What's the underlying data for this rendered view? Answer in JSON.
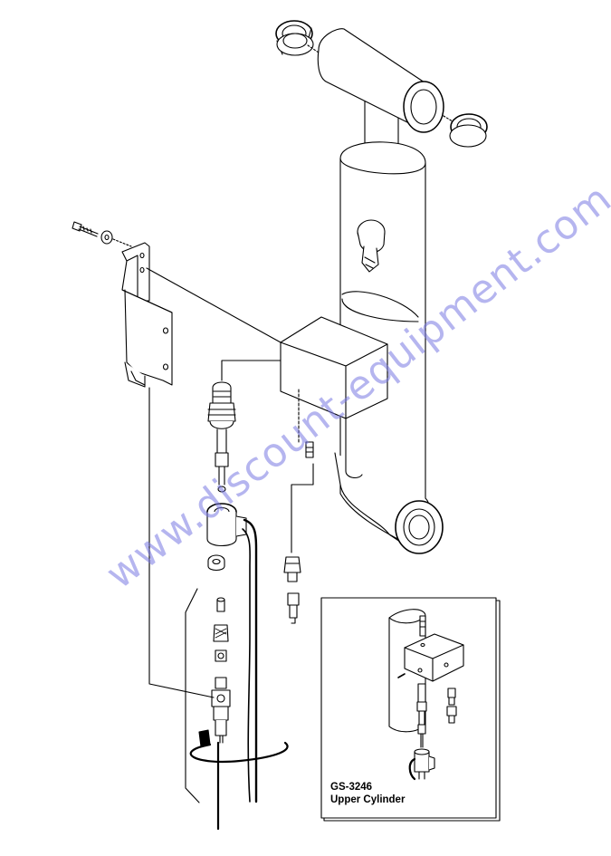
{
  "inset": {
    "part_number": "GS-3246",
    "title": "Upper Cylinder"
  },
  "watermark": {
    "text": "www.discount-equipment.com",
    "color": "#7878e1"
  },
  "colors": {
    "line": "#000000",
    "background": "#ffffff"
  }
}
